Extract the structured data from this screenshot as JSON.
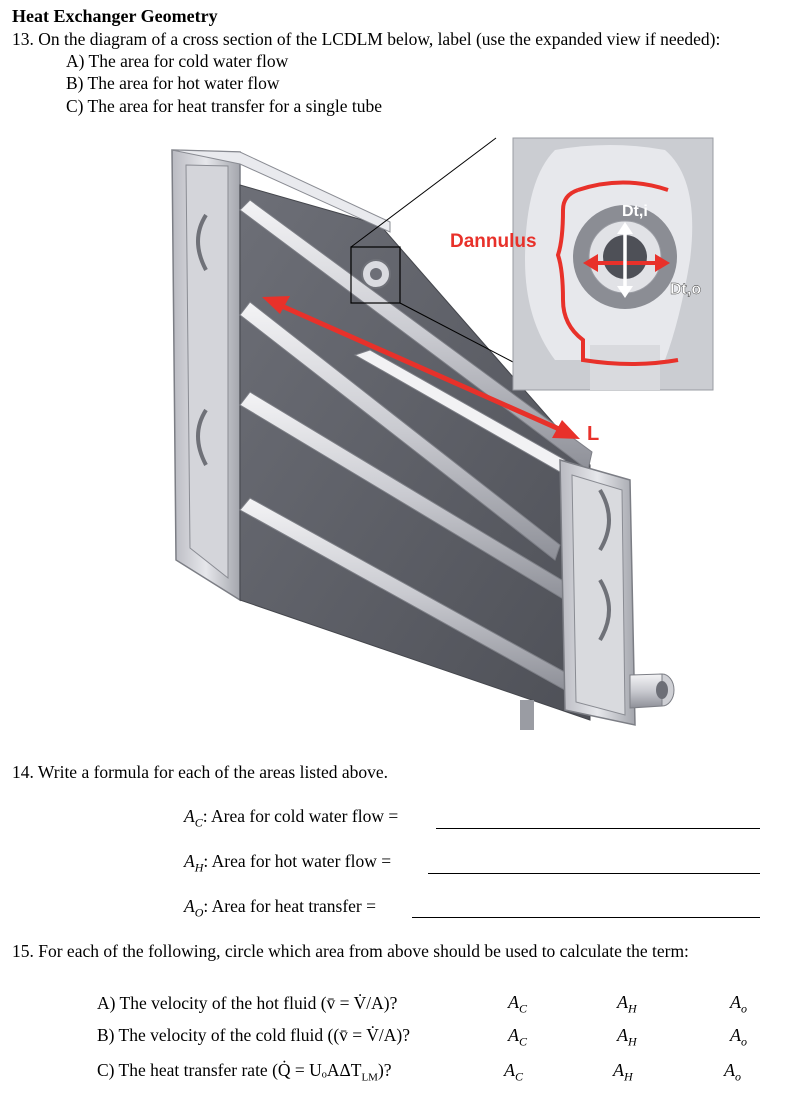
{
  "heading": "Heat Exchanger Geometry",
  "q13": {
    "prompt": "13. On the diagram of a cross section of the LCDLM below, label (use the expanded view if needed):",
    "items": [
      "A) The area for cold water flow",
      "B) The area for hot water flow",
      "C) The area for heat transfer for a single tube"
    ]
  },
  "diagram": {
    "labels": {
      "d_annulus": "Dannulus",
      "length": "L",
      "d_ti": "Dt,i",
      "d_to": "Dt,o"
    },
    "colors": {
      "annotation": "#e8312a",
      "metal_light": "#dcdde2",
      "metal_dark": "#5b5d64"
    }
  },
  "q14": {
    "prompt": "14. Write a formula for each of the areas listed above.",
    "rows": [
      {
        "symbol": "A",
        "sub": "C",
        "text": ": Area for cold water flow ="
      },
      {
        "symbol": "A",
        "sub": "H",
        "text": ": Area for hot water flow ="
      },
      {
        "symbol": "A",
        "sub": "O",
        "text": ": Area for heat transfer ="
      }
    ]
  },
  "q15": {
    "prompt": "15. For each of the following, circle which area from above should be used to calculate the term:",
    "rows": [
      {
        "label": "A) The velocity of the hot fluid (v̄ = V̇/A)?"
      },
      {
        "label": "B) The velocity of the cold fluid ((v̄ = V̇/A)?"
      },
      {
        "label": "C) The heat transfer rate (Q̇ = UₒAΔT",
        "label_sub": "LM",
        "label_end": ")?"
      }
    ],
    "options": [
      {
        "symbol": "A",
        "sub": "C"
      },
      {
        "symbol": "A",
        "sub": "H"
      },
      {
        "symbol": "A",
        "sub": "o"
      }
    ]
  }
}
